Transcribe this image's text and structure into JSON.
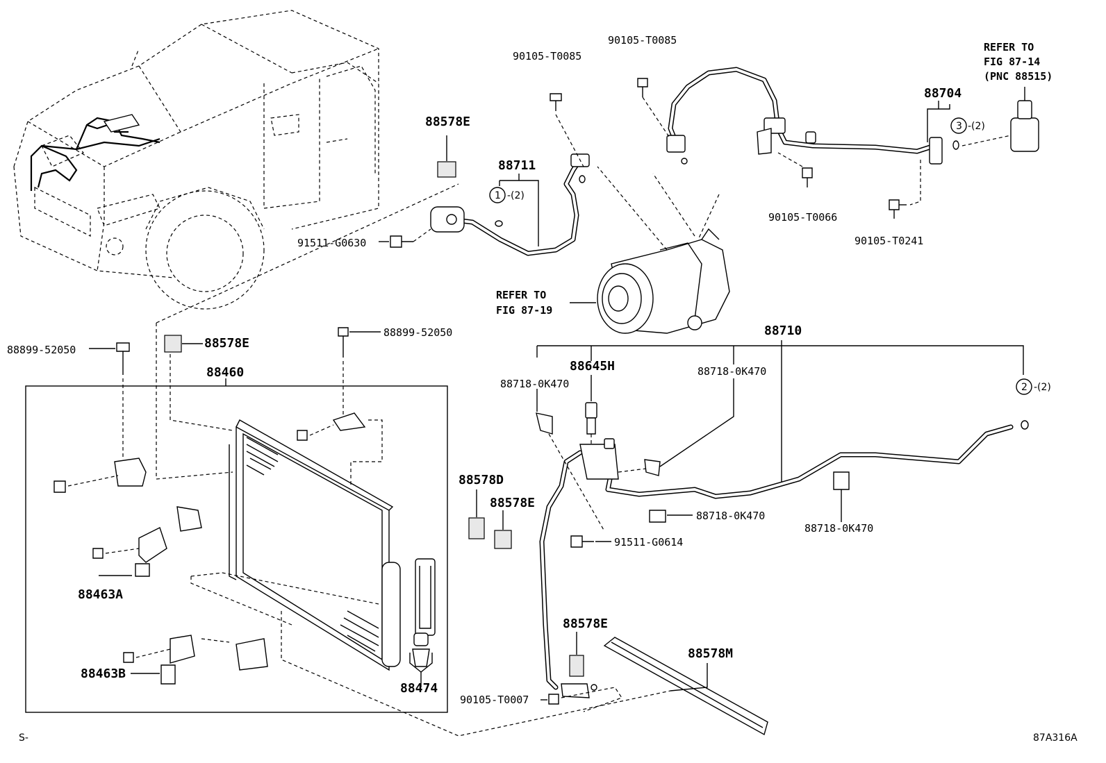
{
  "labels": {
    "p90105_t0085_a": "90105-T0085",
    "p90105_t0085_b": "90105-T0085",
    "p88578e_top": "88578E",
    "p88711": "88711",
    "circle1": "1",
    "qty1": "-(2)",
    "p91511_g0630": "91511-G0630",
    "refer_fig1914_a": "REFER TO",
    "refer_fig1914_b": "FIG 87-19",
    "refer_fig8714_a": "REFER TO",
    "refer_fig8714_b": "FIG 87-14",
    "refer_fig8714_c": "(PNC 88515)",
    "p88704": "88704",
    "circle3": "3",
    "qty3": "-(2)",
    "p90105_t0066": "90105-T0066",
    "p90105_t0241": "90105-T0241",
    "p88899_52050_a": "88899-52050",
    "p88899_52050_b": "88899-52050",
    "p88578e_mid": "88578E",
    "p88460": "88460",
    "p88463a": "88463A",
    "p88463b": "88463B",
    "p88474": "88474",
    "p88710": "88710",
    "p88645h": "88645H",
    "p88718_0k470_a": "88718-0K470",
    "p88718_0k470_b": "88718-0K470",
    "p88718_0k470_c": "88718-0K470",
    "p88718_0k470_d": "88718-0K470",
    "circle2": "2",
    "qty2": "-(2)",
    "p88578d": "88578D",
    "p88578e_low": "88578E",
    "p91511_g0614": "91511-G0614",
    "p88578e_bottom": "88578E",
    "p88578m": "88578M",
    "p90105_t0007": "90105-T0007",
    "corner_left": "S-",
    "corner_right": "87A316A"
  }
}
